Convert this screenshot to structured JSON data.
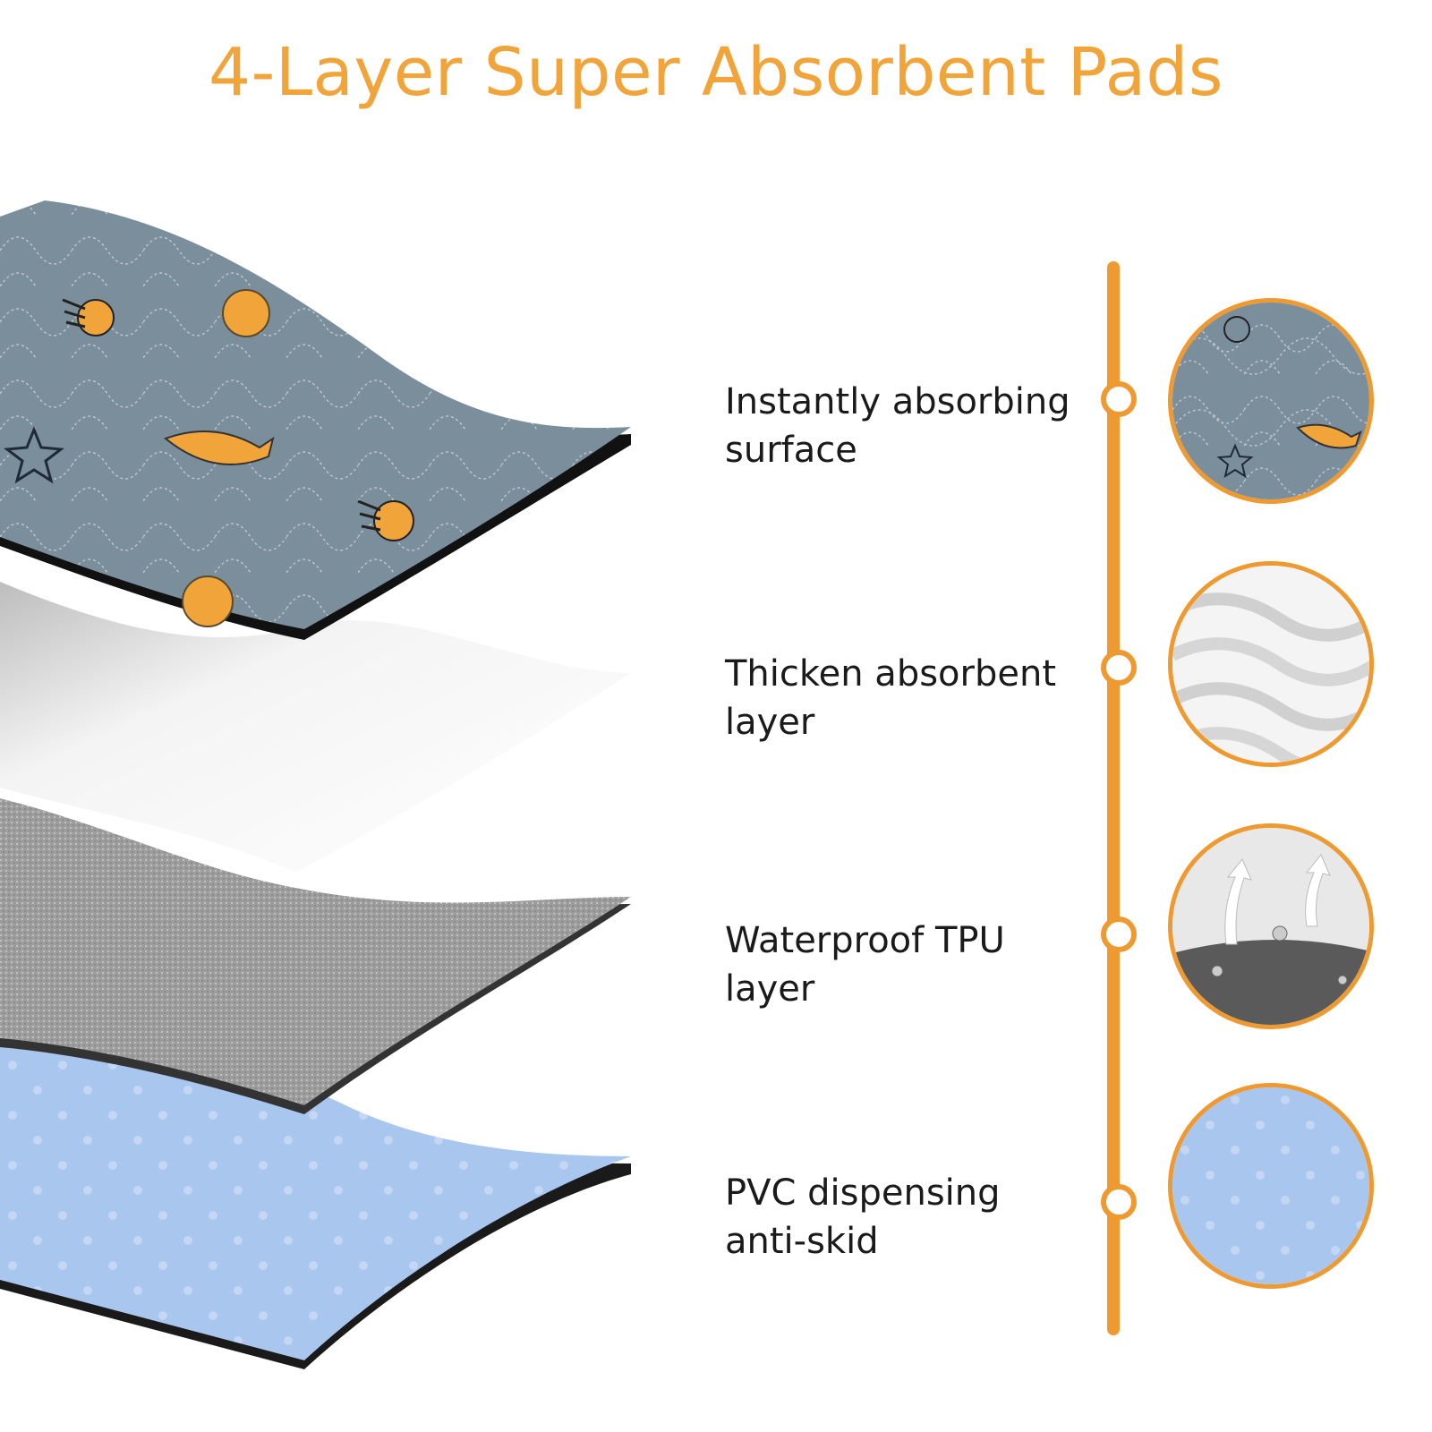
{
  "title": "4-Layer Super Absorbent Pads",
  "layers": [
    {
      "label_line1": "Instantly absorbing",
      "label_line2": "surface",
      "icon": "quilted-fabric-icon",
      "color": "#7b8e9c"
    },
    {
      "label_line1": "Thicken absorbent",
      "label_line2": "layer",
      "icon": "fiber-wave-icon",
      "color": "#f2f2f2"
    },
    {
      "label_line1": "Waterproof TPU layer",
      "label_line2": "",
      "icon": "breathable-arrows-icon",
      "color": "#9a9a9a"
    },
    {
      "label_line1": "PVC dispensing",
      "label_line2": "anti-skid",
      "icon": "dotted-grip-icon",
      "color": "#a9c6ee"
    }
  ],
  "accent_color": "#ef9a30"
}
